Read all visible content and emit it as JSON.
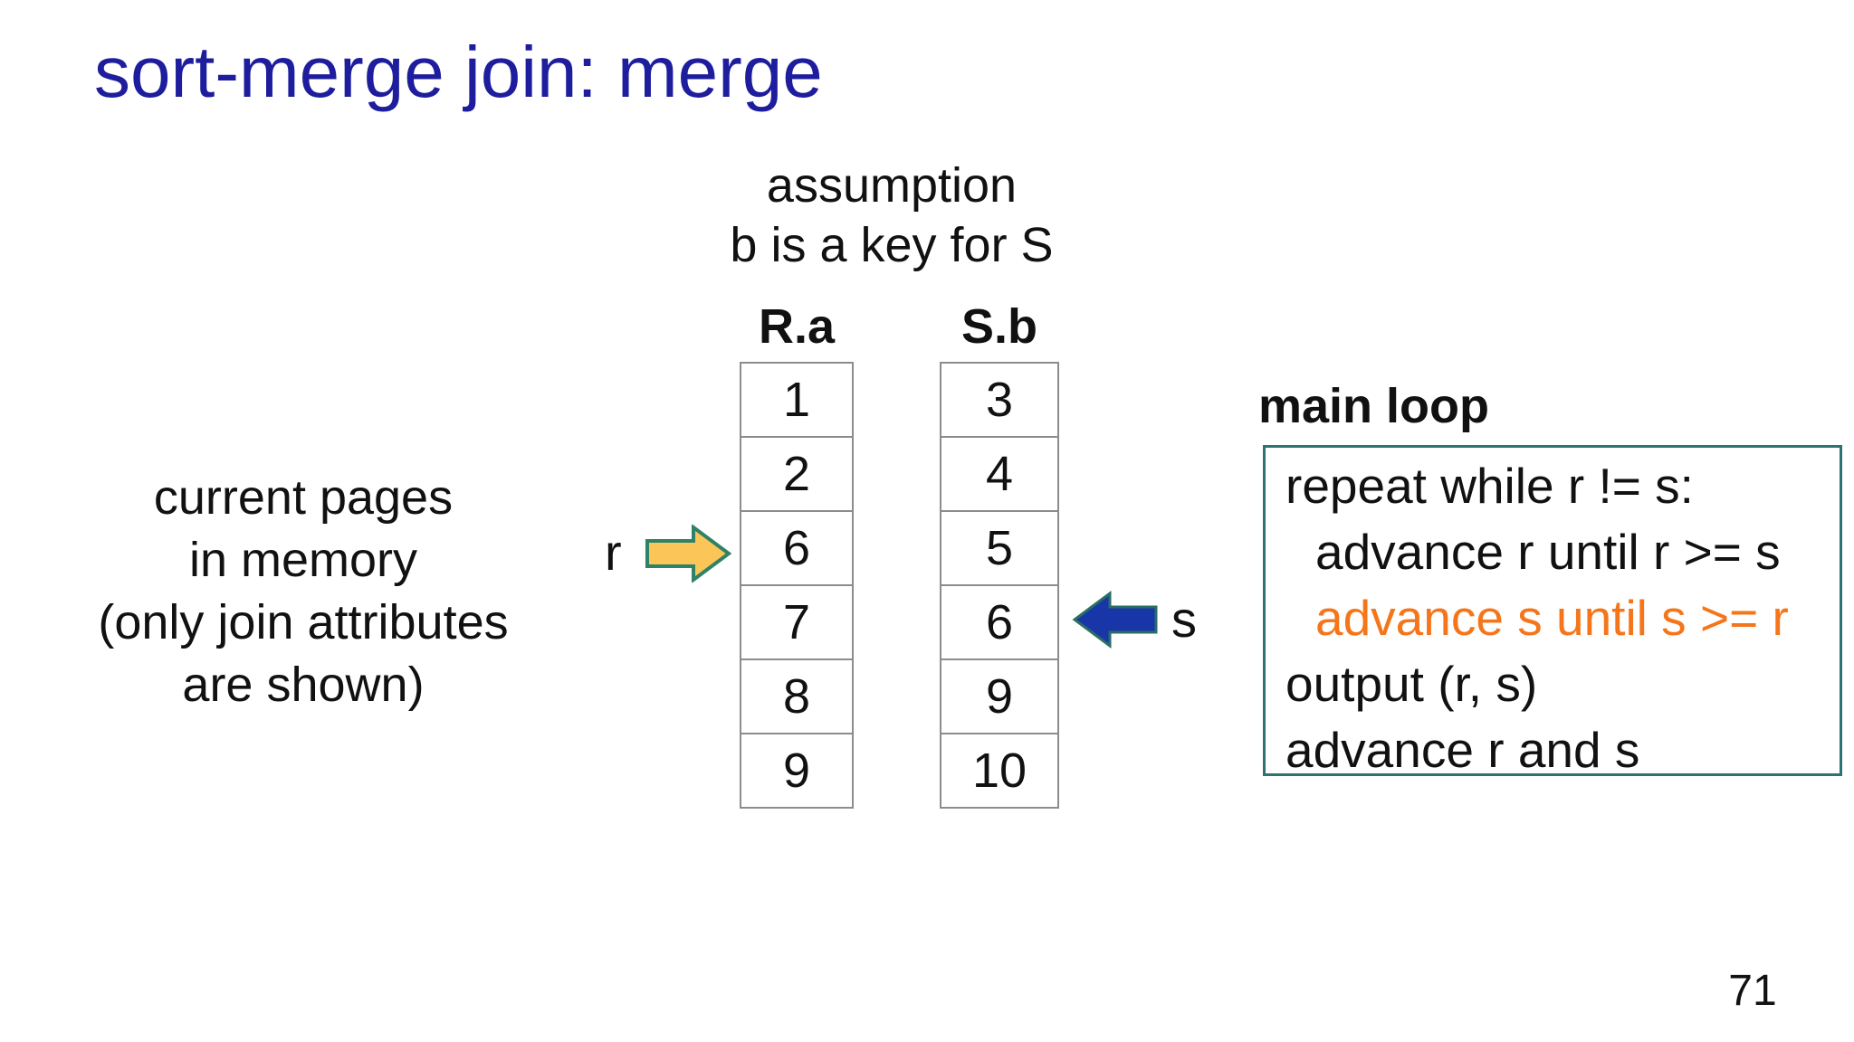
{
  "slide": {
    "title": "sort-merge join: merge",
    "page_number": "71"
  },
  "assumption": {
    "line1": "assumption",
    "line2": "b is a key for S"
  },
  "caption": {
    "line1": "current pages",
    "line2": "in memory",
    "line3": "(only join attributes",
    "line4": "are shown)"
  },
  "tables": {
    "r": {
      "header": "R.a",
      "values": [
        "1",
        "2",
        "6",
        "7",
        "8",
        "9"
      ]
    },
    "s": {
      "header": "S.b",
      "values": [
        "3",
        "4",
        "5",
        "6",
        "9",
        "10"
      ]
    }
  },
  "pointers": {
    "r_label": "r",
    "s_label": "s",
    "r_points_to_value": "6",
    "s_points_to_value": "6"
  },
  "main_loop": {
    "label": "main loop",
    "lines": [
      "repeat while r != s:",
      "advance r until r >= s",
      "advance s until s >= r",
      "output (r, s)",
      "advance r and s"
    ],
    "highlighted_line_index": 2
  },
  "colors": {
    "title_text": "#1d1d9e",
    "highlight_text": "#f5761a",
    "code_box_border": "#2e7272",
    "table_border": "#8c8c8c",
    "r_arrow_fill": "#fbc558",
    "r_arrow_stroke": "#2f8168",
    "s_arrow_fill": "#1836a8",
    "s_arrow_stroke": "#2a6e66"
  }
}
